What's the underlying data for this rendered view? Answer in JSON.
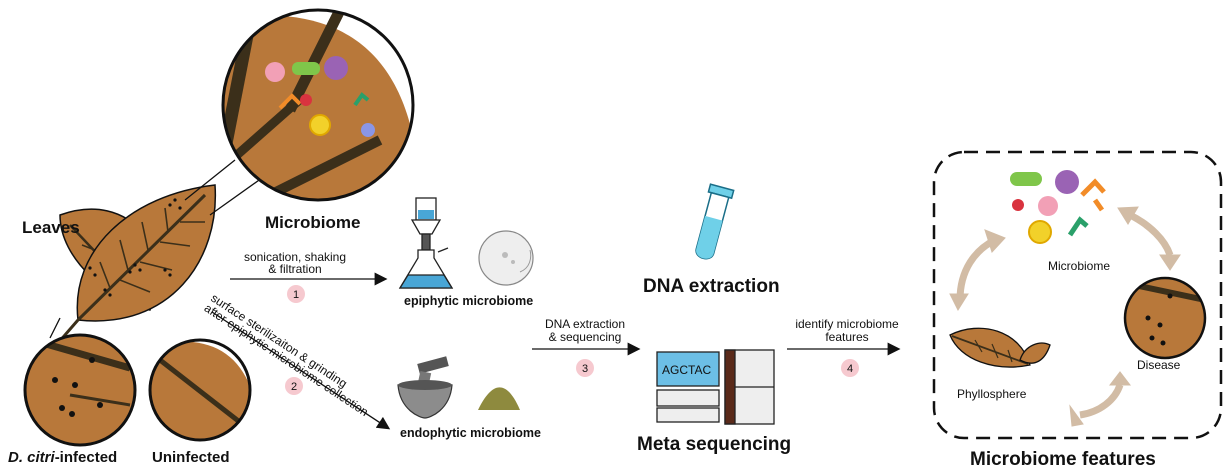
{
  "labels": {
    "leaves": "Leaves",
    "microbiome_top": "Microbiome",
    "infected_prefix": "D. citri",
    "infected_suffix": "-infected",
    "uninfected": "Uninfected",
    "epiphytic": "epiphytic microbiome",
    "endophytic": "endophytic microbiome",
    "dna_extraction_title": "DNA extraction",
    "meta_sequencing": "Meta sequencing",
    "microbiome_features": "Microbiome features",
    "microbiome_cycle": "Microbiome",
    "phyllosphere": "Phyllosphere",
    "disease": "Disease",
    "sequence": "AGCTAC"
  },
  "steps": [
    {
      "num": "1",
      "line1": "sonication, shaking",
      "line2": "& filtration"
    },
    {
      "num": "2",
      "line1": "surface sterilizaiton & grinding",
      "line2": "after epiphytic microbiome collection"
    },
    {
      "num": "3",
      "line1": "DNA extraction",
      "line2": "& sequencing"
    },
    {
      "num": "4",
      "line1": "identify microbiome",
      "line2": "features"
    }
  ],
  "colors": {
    "leaf": "#b8783a",
    "vein": "#3b2f1a",
    "badge": "#f6c9cf",
    "tube": "#6fd0e8",
    "powder": "#8e8a3e",
    "cycle_arrow": "#d2bca5"
  }
}
